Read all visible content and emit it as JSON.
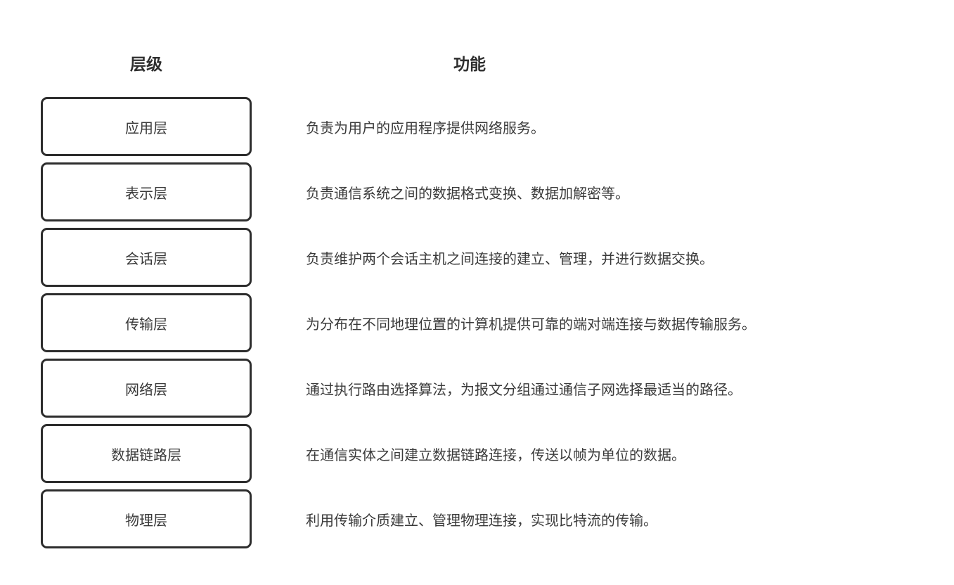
{
  "diagram": {
    "title_columns": {
      "level_header": "层级",
      "function_header": "功能"
    },
    "colors": {
      "background": "#ffffff",
      "box_border": "#2d2d2d",
      "text": "#3a3a3a",
      "heading": "#2e2e2e"
    },
    "layers": [
      {
        "name": "应用层",
        "description": "负责为用户的应用程序提供网络服务。"
      },
      {
        "name": "表示层",
        "description": "负责通信系统之间的数据格式变换、数据加解密等。"
      },
      {
        "name": "会话层",
        "description": "负责维护两个会话主机之间连接的建立、管理，并进行数据交换。"
      },
      {
        "name": "传输层",
        "description": "为分布在不同地理位置的计算机提供可靠的端对端连接与数据传输服务。"
      },
      {
        "name": "网络层",
        "description": "通过执行路由选择算法，为报文分组通过通信子网选择最适当的路径。"
      },
      {
        "name": "数据链路层",
        "description": "在通信实体之间建立数据链路连接，传送以帧为单位的数据。"
      },
      {
        "name": "物理层",
        "description": "利用传输介质建立、管理物理连接，实现比特流的传输。"
      }
    ]
  }
}
